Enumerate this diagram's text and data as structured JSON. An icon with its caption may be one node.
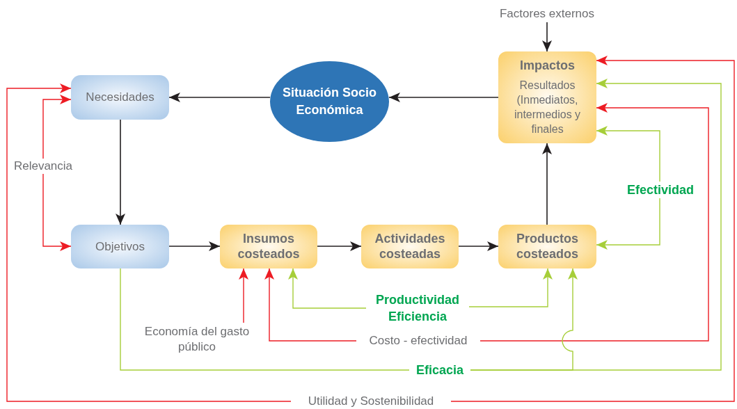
{
  "diagram": {
    "nodes": [
      {
        "text": [
          "Necesidades"
        ]
      },
      {
        "text": [
          "Situación Socio Económica"
        ]
      },
      {
        "text": [
          "Impactos",
          "Resultados (Inmediatos, intermedios y finales"
        ]
      },
      {
        "text": [
          "Objetivos"
        ]
      },
      {
        "text": [
          "Insumos costeados"
        ]
      },
      {
        "text": [
          "Actividades costeadas"
        ]
      },
      {
        "text": [
          "Productos costeados"
        ]
      },
      {
        "text": [
          "Factores externos"
        ]
      },
      {
        "text": [
          "Relevancia"
        ]
      },
      {
        "text": [
          "Economía del gasto público"
        ]
      },
      {
        "text": [
          "Productividad",
          "Eficiencia"
        ]
      },
      {
        "text": [
          "Costo - efectividad"
        ]
      },
      {
        "text": [
          "Eficacia"
        ]
      },
      {
        "text": [
          "Efectividad"
        ]
      },
      {
        "text": [
          "Utilidad y Sostenibilidad"
        ]
      }
    ],
    "edges": [
      {
        "from": 1,
        "to": 0,
        "arrow": "to"
      },
      {
        "from": 2,
        "to": 1,
        "arrow": "to"
      },
      {
        "from": 0,
        "to": 3,
        "arrow": "to"
      },
      {
        "from": 3,
        "to": 4,
        "arrow": "to"
      },
      {
        "from": 4,
        "to": 5,
        "arrow": "to"
      },
      {
        "from": 5,
        "to": 6,
        "arrow": "to"
      },
      {
        "from": 6,
        "to": 2,
        "arrow": "to"
      },
      {
        "from": 7,
        "to": 2,
        "arrow": "to"
      },
      {
        "from": 8,
        "to": 0,
        "arrow": "to",
        "color": "#ed1c24"
      },
      {
        "from": 8,
        "to": 3,
        "arrow": "to",
        "color": "#ed1c24"
      },
      {
        "from": 9,
        "to": 4,
        "arrow": "to",
        "color": "#ed1c24"
      },
      {
        "from": 10,
        "to": 4,
        "arrow": "to",
        "color": "#a6ce39"
      },
      {
        "from": 10,
        "to": 6,
        "arrow": "to",
        "color": "#a6ce39"
      },
      {
        "from": 11,
        "to": 4,
        "arrow": "to",
        "color": "#ed1c24"
      },
      {
        "from": 11,
        "to": 2,
        "arrow": "to",
        "color": "#ed1c24"
      },
      {
        "from": 3,
        "to": 12,
        "arrow": "none",
        "color": "#a6ce39"
      },
      {
        "from": 12,
        "to": 6,
        "arrow": "to",
        "color": "#a6ce39"
      },
      {
        "from": 12,
        "to": 2,
        "arrow": "to",
        "color": "#a6ce39"
      },
      {
        "from": 13,
        "to": 2,
        "arrow": "to",
        "color": "#a6ce39"
      },
      {
        "from": 13,
        "to": 6,
        "arrow": "to",
        "color": "#a6ce39"
      },
      {
        "from": 14,
        "to": 0,
        "arrow": "to",
        "color": "#ed1c24"
      },
      {
        "from": 14,
        "to": 2,
        "arrow": "to",
        "color": "#ed1c24"
      }
    ]
  }
}
